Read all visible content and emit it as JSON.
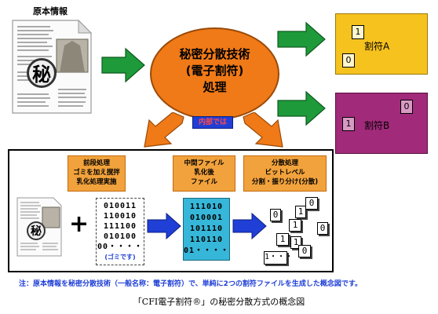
{
  "source_label": "原本情報",
  "doc_stamp": "秘",
  "center": {
    "line1": "秘密分散技術",
    "line2": "(電子割符)",
    "line3": "処理"
  },
  "internal_tag": "内部では",
  "share_a": {
    "label": "割符A",
    "mark1": "1",
    "mark2": "0"
  },
  "share_b": {
    "label": "割符B",
    "mark1": "1",
    "mark2": "0"
  },
  "steps": {
    "pre": {
      "l1": "前段処理",
      "l2": "ゴミを加え撹拌",
      "l3": "乳化処理実施"
    },
    "mid": {
      "l1": "中間ファイル",
      "l2": "乳化後",
      "l3": "ファイル"
    },
    "split": {
      "l1": "分散処理",
      "l2": "ビットレベル",
      "l3": "分割・振り分け(分散)"
    }
  },
  "plus": "+",
  "garbage": {
    "rows": [
      "010011",
      "110010",
      "111100",
      "010100",
      "00・・・・"
    ],
    "caption": "(ゴミです)"
  },
  "intermediate": {
    "rows": [
      "111010",
      "010001",
      "101110",
      "110110",
      "01・・・・"
    ]
  },
  "fragments": [
    "0",
    "1",
    "0",
    "1",
    "0",
    "1",
    "1",
    "0",
    "1・・・"
  ],
  "note": "注：原本情報を秘密分散技術（一般名称：電子割符）で、単純に2つの割符ファイルを生成した概念図です。",
  "caption": "「CFI電子割符®」の秘密分散方式の概念図",
  "colors": {
    "orange": "#f07a17",
    "green": "#1e9a3a",
    "blue": "#1f3fd6",
    "cyan": "#36b6d8",
    "yellow": "#f6c21e",
    "purple": "#a12a7a"
  }
}
